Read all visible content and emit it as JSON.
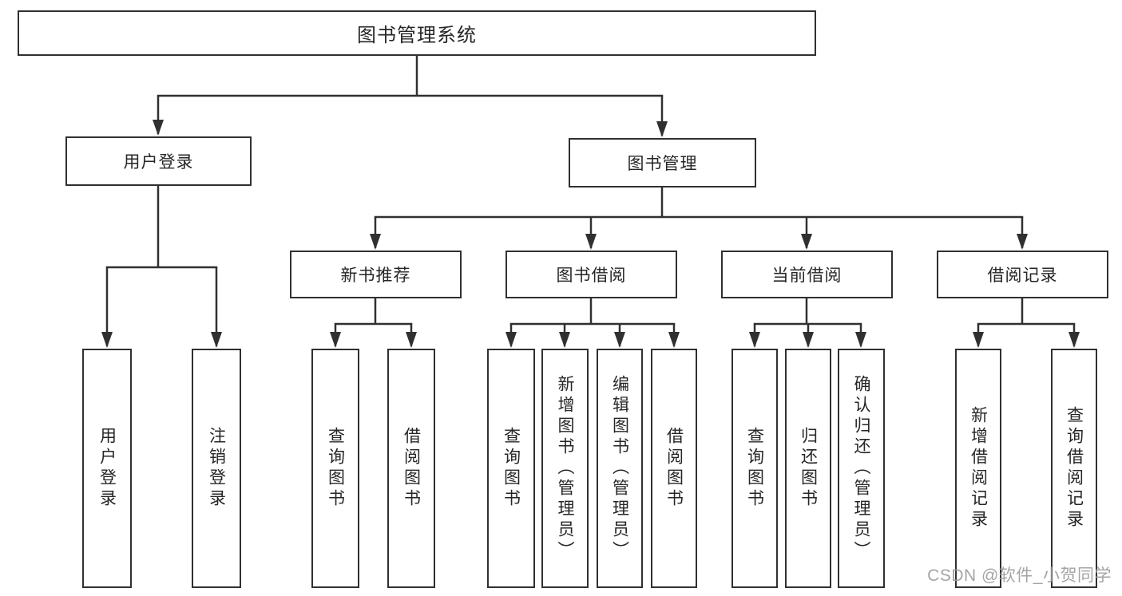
{
  "diagram": {
    "root": "图书管理系统",
    "level2": [
      "用户登录",
      "图书管理"
    ],
    "level3": [
      "新书推荐",
      "图书借阅",
      "当前借阅",
      "借阅记录"
    ],
    "leaves_user_login": [
      "用户登录",
      "注销登录"
    ],
    "leaves_new_book": [
      "查询图书",
      "借阅图书"
    ],
    "leaves_book_borrow": [
      "查询图书",
      "新增图书（管理员）",
      "编辑图书（管理员）",
      "借阅图书"
    ],
    "leaves_current_borrow": [
      "查询图书",
      "归还图书",
      "确认归还（管理员）"
    ],
    "leaves_borrow_record": [
      "新增借阅记录",
      "查询借阅记录"
    ]
  },
  "watermark": "CSDN @软件_小贺同学",
  "colors": {
    "line": "#303030",
    "text": "#262626",
    "watermark": "#9b9b9b",
    "background": "#ffffff"
  }
}
